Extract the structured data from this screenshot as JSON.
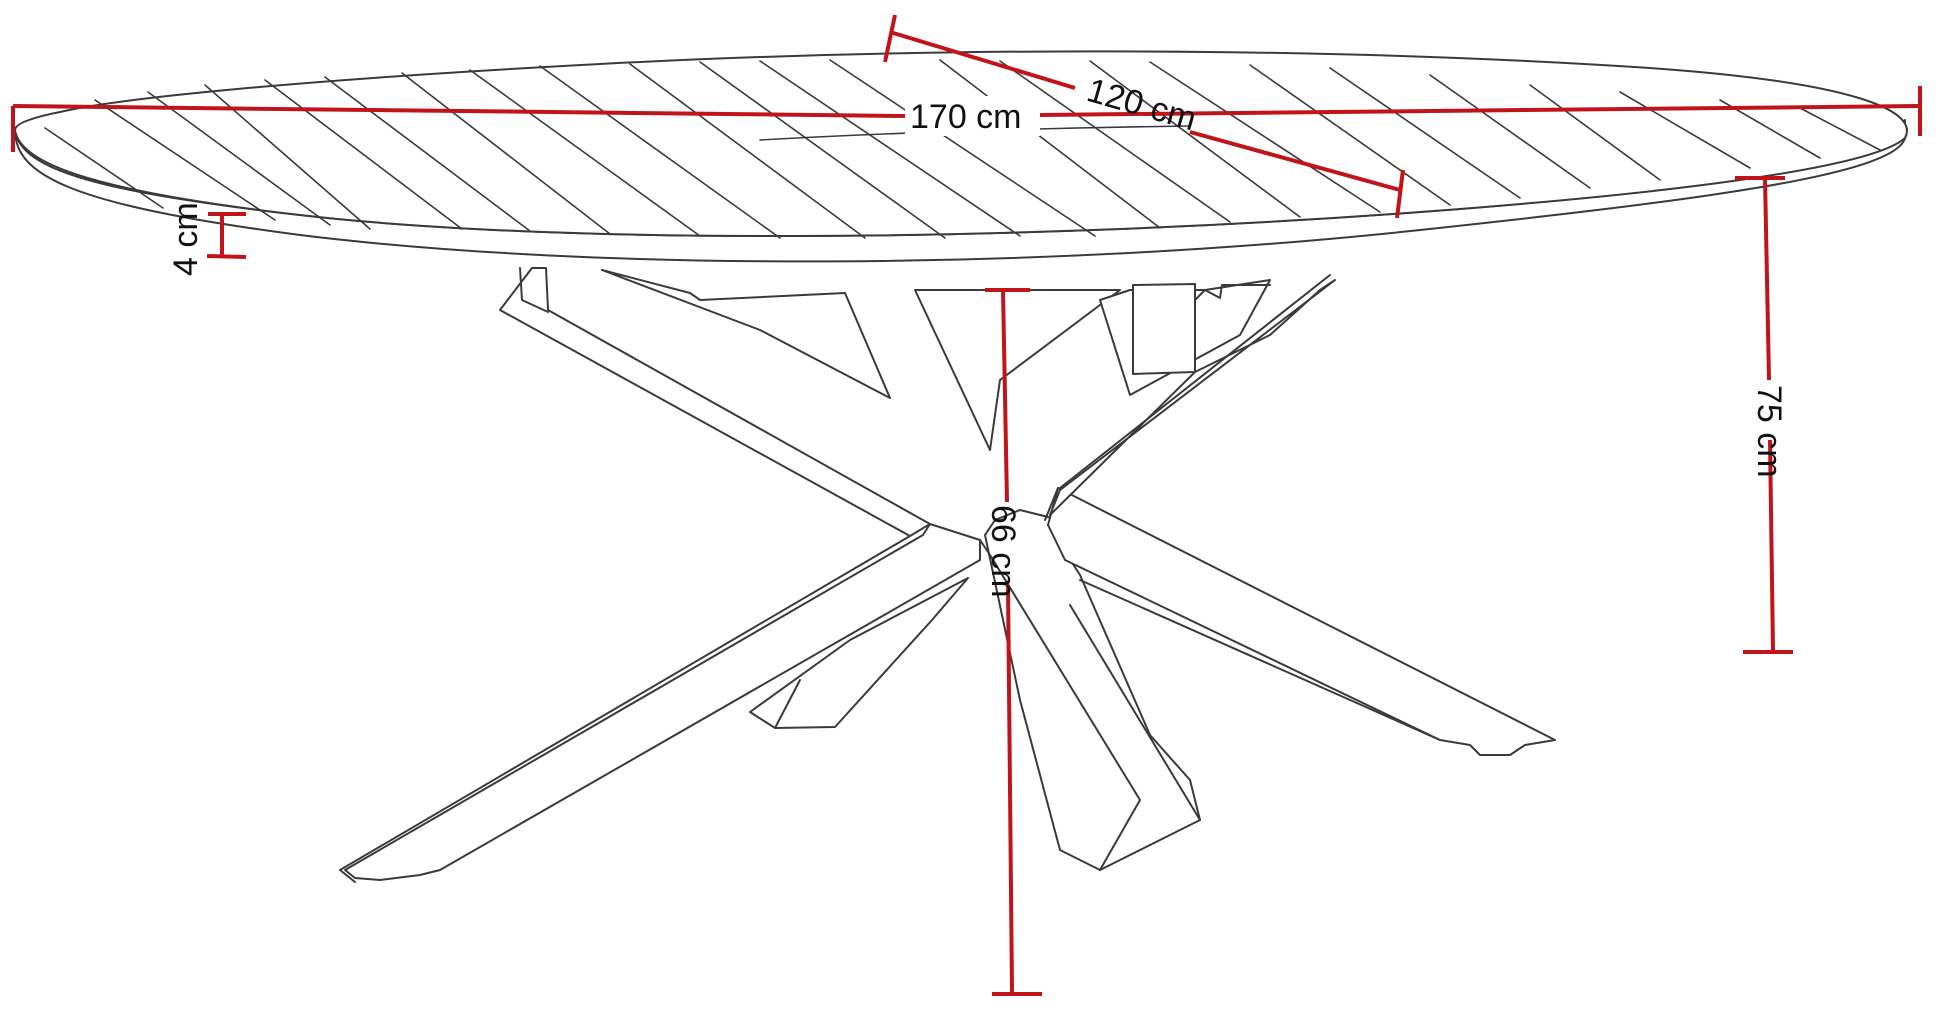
{
  "diagram": {
    "subject": "Oval dining table with spider-style crossed legs",
    "dimension_color": "#c0141a",
    "line_color": "#3a3a3a",
    "dimensions": {
      "length": {
        "label": "170 cm",
        "value": 170,
        "unit": "cm"
      },
      "width": {
        "label": "120 cm",
        "value": 120,
        "unit": "cm"
      },
      "top_thickness": {
        "label": "4 cm",
        "value": 4,
        "unit": "cm"
      },
      "leg_clearance": {
        "label": "66 cm",
        "value": 66,
        "unit": "cm"
      },
      "total_height": {
        "label": "75 cm",
        "value": 75,
        "unit": "cm"
      }
    }
  }
}
